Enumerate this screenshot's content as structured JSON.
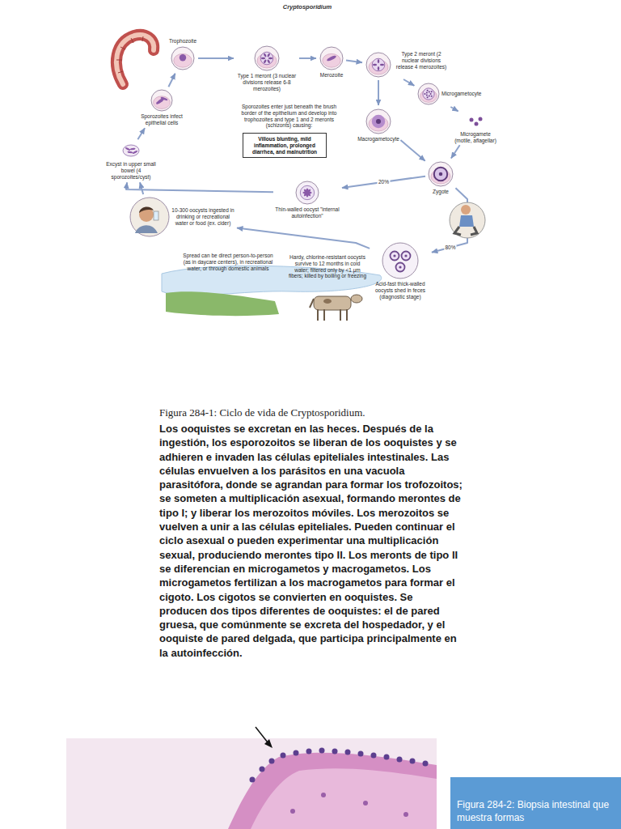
{
  "diagram": {
    "title": "Cryptosporidium",
    "caption": "Figura 284-1: Ciclo de vida de Cryptosporidium.",
    "nodes": [
      {
        "text": [
          "Trophozoite"
        ]
      },
      {
        "text": [
          "Sporozoites infect epithelial cells"
        ]
      },
      {
        "text": [
          "Type 1 meront (3 nuclear divisions release 6-8 merozoites)"
        ]
      },
      {
        "text": [
          "Merozoite"
        ]
      },
      {
        "text": [
          "Type 2 meront (2 nuclear divisions release 4 merozoites)"
        ]
      },
      {
        "text": [
          "Microgametocyte"
        ]
      },
      {
        "text": [
          "Microgamete (motile, aflagellar)"
        ]
      },
      {
        "text": [
          "Macrogametocyte"
        ]
      },
      {
        "text": [
          "Zygote"
        ]
      },
      {
        "text": [
          "Thin-walled oocyst \"internal autoinfection\""
        ]
      },
      {
        "text": [
          "Acid-fast thick-walled oocysts shed in feces (diagnostic stage)"
        ]
      },
      {
        "text": [
          "10-300 oocysts ingested in drinking or recreational water or food (ex. cider)"
        ]
      },
      {
        "text": [
          "Excyst in upper small bowel (4 sporozoites/cyst)"
        ]
      },
      {
        "text": [
          "Villous blunting, mild inflammation, prolonged diarrhea, and malnutrition"
        ]
      },
      {
        "text": [
          "Figura 284-2: Biopsia intestinal que muestra formas"
        ]
      }
    ],
    "edges": [
      {
        "from": 12,
        "to": 1,
        "arrow": "to"
      },
      {
        "from": 1,
        "to": 0,
        "arrow": "to"
      },
      {
        "from": 0,
        "to": 2,
        "arrow": "to"
      },
      {
        "from": 2,
        "to": 3,
        "arrow": "to"
      },
      {
        "from": 3,
        "to": 4,
        "arrow": "to"
      },
      {
        "from": 4,
        "to": 5,
        "arrow": "to"
      },
      {
        "from": 4,
        "to": 7,
        "arrow": "to"
      },
      {
        "from": 5,
        "to": 6,
        "arrow": "to"
      },
      {
        "from": 6,
        "to": 8,
        "arrow": "to"
      },
      {
        "from": 7,
        "to": 8,
        "arrow": "to"
      },
      {
        "from": 8,
        "to": 9,
        "label": "20%",
        "arrow": "to"
      },
      {
        "from": 8,
        "to": 10,
        "label": "80%",
        "arrow": "to"
      },
      {
        "from": 10,
        "to": 11,
        "arrow": "to"
      },
      {
        "from": 11,
        "to": 12,
        "arrow": "to"
      },
      {
        "from": 9,
        "to": 12,
        "arrow": "to"
      }
    ],
    "labels": [
      "Sporozoites enter just beneath the brush border of the epithelium and develop into trophozoites and type 1 and 2 meronts (schizonts) causing:",
      "Hardy, chlorine-resistant oocysts survive to 12 months in cold water; filtered only by <1 μm fibers; killed by boiling or freezing",
      "Spread can be direct person-to-person (as in daycare centers), in recreational water, or through domestic animals",
      "Los ooquistes se excretan en las heces. Después de la ingestión, los esporozoitos se liberan de los ooquistes y se adhieren e invaden las células epiteliales intestinales. Las células envuelven a los parásitos en una vacuola parasitófora, donde se agrandan para formar los trofozoitos; se someten a multiplicación asexual, formando merontes de tipo I; y liberar los merozoitos móviles. Los merozoitos se vuelven a unir a las células epiteliales. Pueden continuar el ciclo asexual o pueden experimentar una multiplicación sexual, produciendo merontes tipo II. Los meronts de tipo II se diferencian en microgametos y macrogametos. Los microgametos fertilizan a los macrogametos para formar el cigoto. Los cigotos se convierten en ooquistes. Se producen dos tipos diferentes de ooquistes: el de pared gruesa, que comúnmente se excreta del hospedador, y el ooquiste de pared delgada, que participa principalmente en la autoinfección."
    ]
  }
}
